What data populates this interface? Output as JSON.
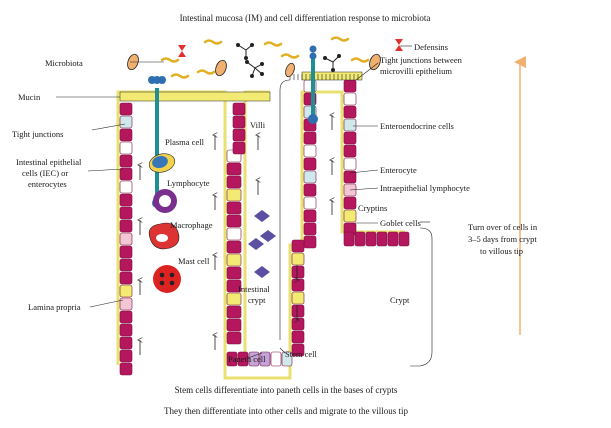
{
  "title": "Intestinal mucosa (IM) and cell differentiation response to microbiota",
  "labels": {
    "microbiota": "Microbiota",
    "defensins": "Defensins",
    "mucin": "Mucin",
    "tight_junctions": "Tight junctions",
    "tight_junctions_microvilli": "Tight junctions between",
    "tight_junctions_microvilli_2": "microvilli epithelium",
    "plasma_cell": "Plasma cell",
    "villi": "Villi",
    "iec_1": "Intestinal epithelial",
    "iec_2": "cells (IEC) or",
    "iec_3": "enterocytes",
    "enteroendocrine": "Enteroendocrine cells",
    "lymphocyte": "Lymphocyte",
    "enterocyte": "Enterocyte",
    "intraepithelial": "Intraepithelial lymphocyte",
    "macrophage": "Macrophage",
    "cryptins": "Cryptins",
    "goblet": "Goblet cells",
    "mast_cell": "Mast cell",
    "turnover_1": "Turn over of cells in",
    "turnover_2": "3–5 days from crypt",
    "turnover_3": "to villous tip",
    "lamina_propria": "Lamina propria",
    "intestinal_crypt_1": "Intestinal",
    "intestinal_crypt_2": "crypt",
    "crypt": "Crypt",
    "paneth": "Paneth cell",
    "stem": "Stem cell"
  },
  "captions": {
    "line1": "Stem cells differentiate into paneth cells in the bases of crypts",
    "line2": "They then differentiate into other cells and migrate to the villous tip"
  },
  "colors": {
    "epithelium": "#b5175f",
    "epithelium_dark": "#7a0d3e",
    "mucin": "#f2ea72",
    "receptor": "#1d8f95",
    "receptor_head": "#2f6fb0",
    "defensin": "#e23030",
    "bacteria": "#e0b020",
    "turnover_arrow": "#f0b070",
    "cryptin": "#5a4fa0",
    "mast": "#dd2222",
    "macrophage": "#dd3333",
    "lymphocyte": "#7a2f8f"
  }
}
